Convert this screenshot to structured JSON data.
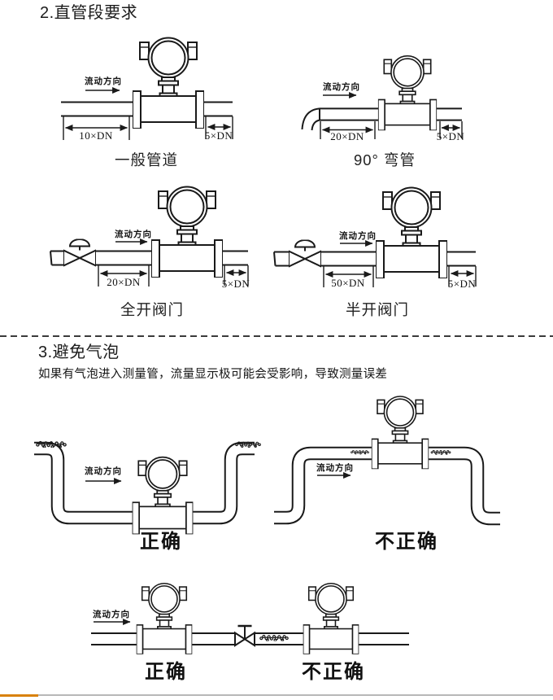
{
  "page": {
    "background": "#ffffff",
    "ink": "#1a1a1a",
    "footer_accent_color": "#d9820b",
    "footer_line_color": "#b8b8b8"
  },
  "section2": {
    "title": "2.直管段要求",
    "diagrams": [
      {
        "caption": "一般管道",
        "flow": "流动方向",
        "upstream": "10×DN",
        "downstream": "5×DN"
      },
      {
        "caption": "90° 弯管",
        "flow": "流动方向",
        "upstream": "20×DN",
        "downstream": "5×DN"
      },
      {
        "caption": "全开阀门",
        "flow": "流动方向",
        "upstream": "20×DN",
        "downstream": "5×DN"
      },
      {
        "caption": "半开阀门",
        "flow": "流动方向",
        "upstream": "50×DN",
        "downstream": "5×DN"
      }
    ]
  },
  "section3": {
    "title": "3.避免气泡",
    "note": "如果有气泡进入测量管，流量显示极可能会受影响，导致测量误差",
    "diagrams": [
      {
        "caption": "正确",
        "flow": "流动方向"
      },
      {
        "caption": "不正确",
        "flow": "流动方向"
      },
      {
        "captions": [
          "正确",
          "不正确"
        ],
        "flow": "流动方向"
      }
    ]
  }
}
